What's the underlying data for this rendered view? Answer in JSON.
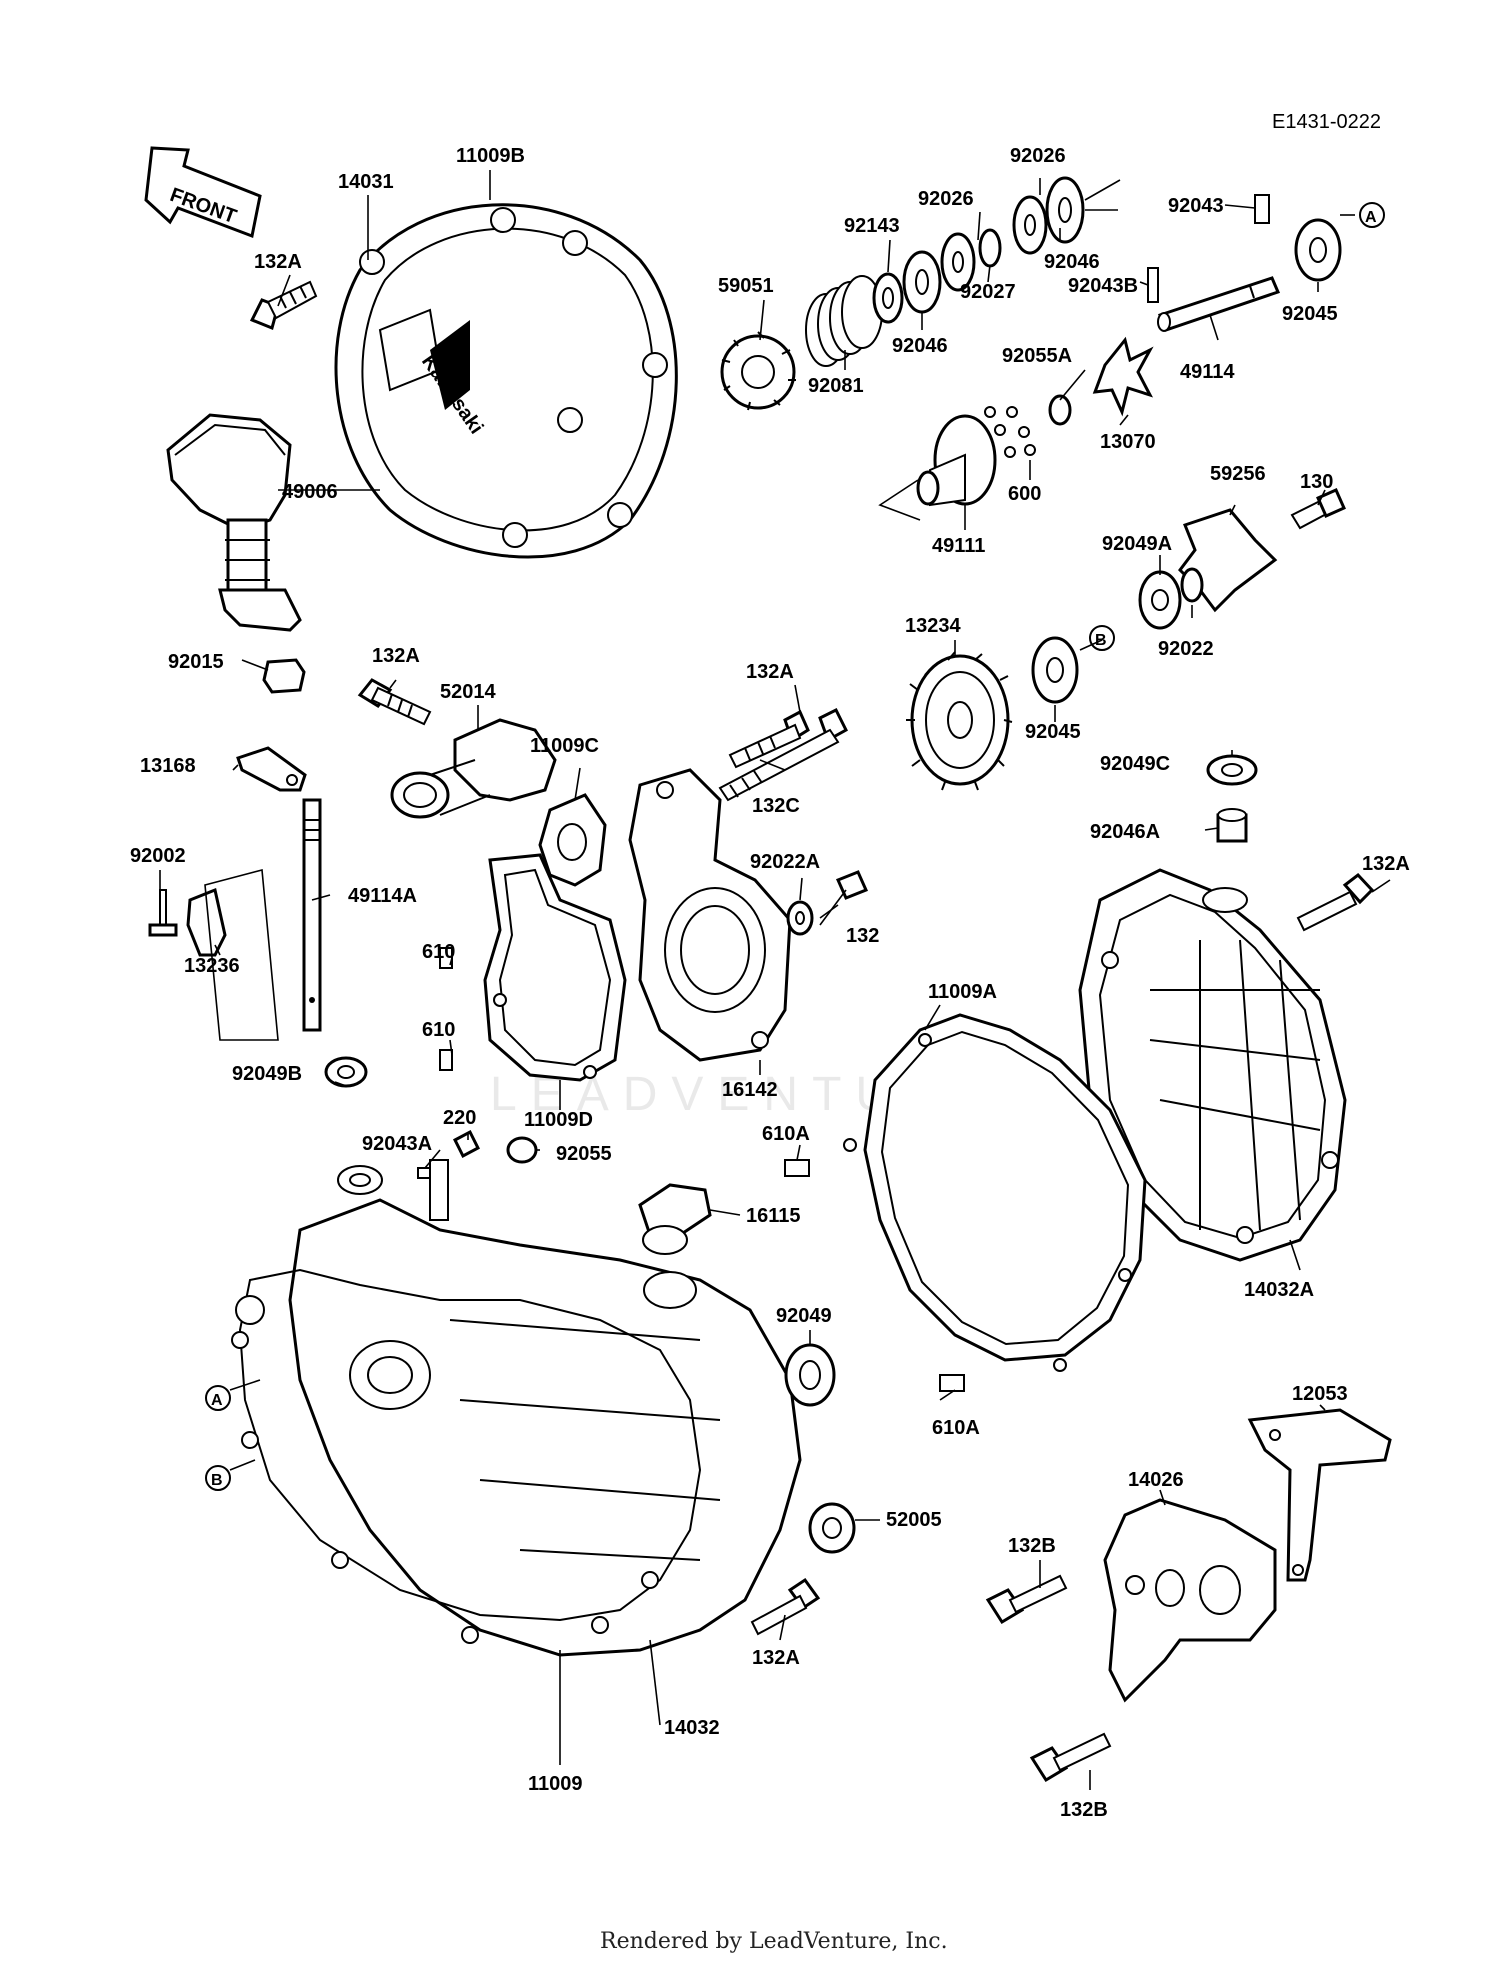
{
  "diagram_code": "E1431-0222",
  "front_arrow_label": "FRONT",
  "brand_mark": "Kawasaki",
  "watermark": "LEADVENTURE",
  "footer": "Rendered by LeadVenture, Inc.",
  "ref_markers": {
    "a": "A",
    "b": "B"
  },
  "parts": [
    "11009B",
    "14031",
    "132A",
    "49006",
    "92015",
    "92026",
    "92026",
    "92143",
    "92046",
    "92027",
    "92046",
    "59051",
    "92081",
    "92043",
    "92043B",
    "92045",
    "A",
    "92055A",
    "49114",
    "13070",
    "600",
    "49111",
    "130",
    "59256",
    "92049A",
    "92022",
    "B",
    "92045",
    "13234",
    "132A",
    "52014",
    "132A",
    "11009C",
    "132C",
    "13168",
    "92002",
    "49114A",
    "13236",
    "92022A",
    "132",
    "610",
    "610",
    "16142",
    "11009D",
    "92049C",
    "92046A",
    "132A",
    "11009A",
    "92049B",
    "220",
    "92043A",
    "92055",
    "16115",
    "610A",
    "14032A",
    "92049",
    "A",
    "B",
    "610A",
    "12053",
    "14026",
    "52005",
    "132B",
    "132A",
    "14032",
    "11009",
    "132B"
  ]
}
